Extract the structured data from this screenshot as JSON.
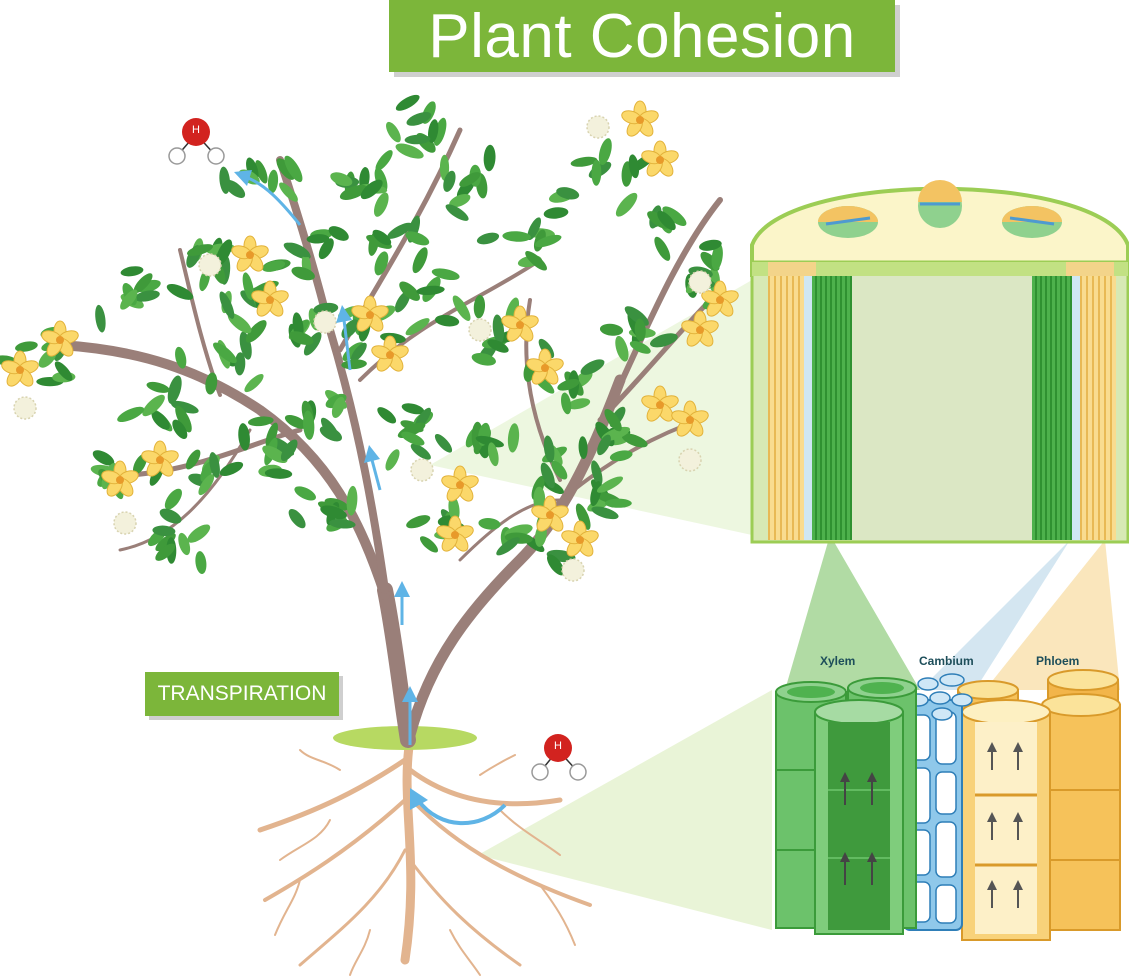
{
  "title": "Plant Cohesion",
  "transpiration_label": "TRANSPIRATION",
  "tissues": {
    "xylem": "Xylem",
    "cambium": "Cambium",
    "phloem": "Phloem"
  },
  "molecule_atom": "H",
  "colors": {
    "banner_green": "#7cb63a",
    "leaf_green": "#3f9a3a",
    "branch_brown": "#9a7f79",
    "root_tan": "#e2b48f",
    "xylem_green": "#6cc26b",
    "cambium_blue": "#5aa7d8",
    "phloem_yellow": "#f6c25a",
    "arrow_blue": "#5fb4e6",
    "water_red": "#d2231f"
  }
}
